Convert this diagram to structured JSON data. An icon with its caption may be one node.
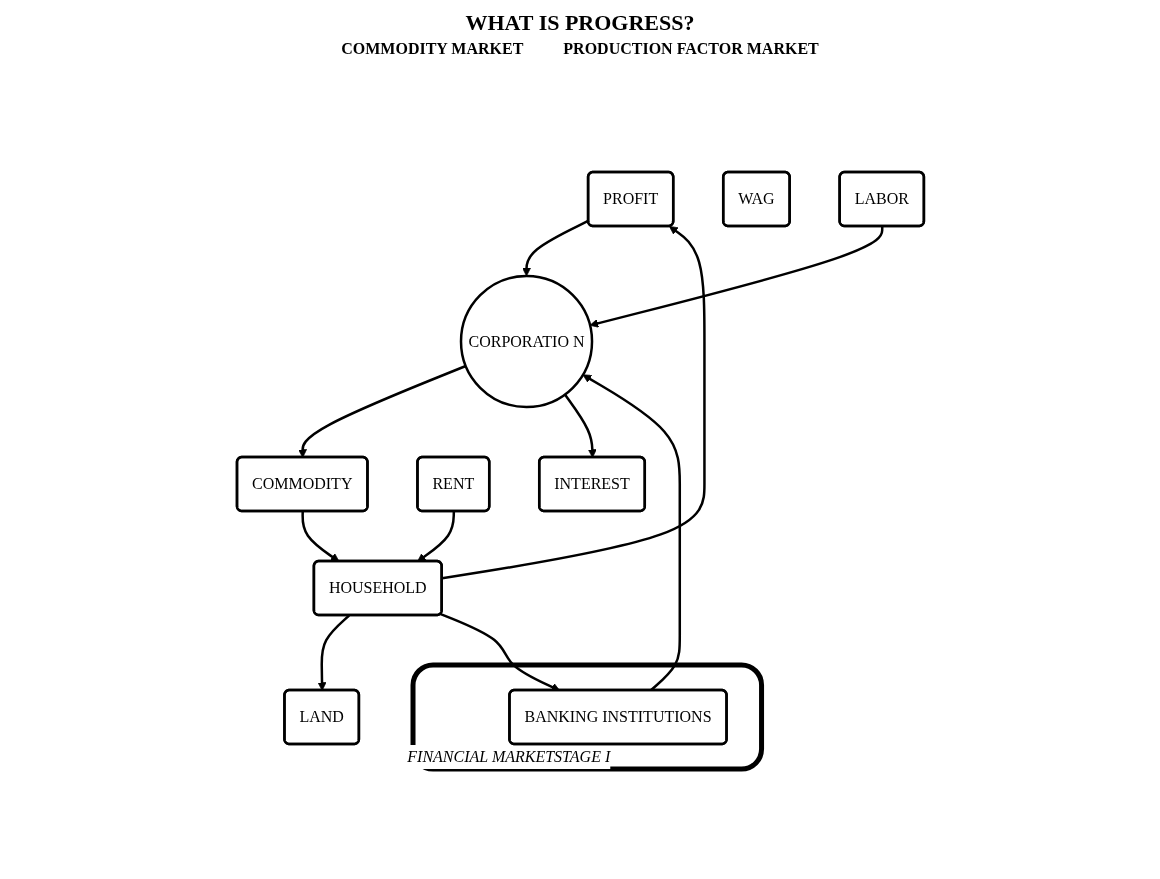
{
  "diagram": {
    "title": "WHAT IS PROGRESS?",
    "nodes": [
      {
        "text": [
          "PROFIT"
        ]
      },
      {
        "text": [
          "COMMODITY"
        ]
      },
      {
        "text": [
          "HOUSEHOLD"
        ]
      },
      {
        "text": [
          "CORPORATIO N"
        ]
      },
      {
        "text": [
          "RENT"
        ]
      },
      {
        "text": [
          "WAG"
        ]
      },
      {
        "text": [
          "INTEREST"
        ]
      },
      {
        "text": [
          "LAND"
        ]
      },
      {
        "text": [
          "LABOR"
        ]
      },
      {
        "text": [
          "FINANCIAL MARKETSTAGE I"
        ]
      },
      {
        "text": [
          "BANKING INSTITUTIONS"
        ],
        "in": 9
      }
    ],
    "edges": [
      {
        "from": 2,
        "to": 0,
        "arrow": "to"
      },
      {
        "from": 0,
        "to": 3,
        "arrow": "to"
      },
      {
        "from": 3,
        "to": 1,
        "arrow": "to"
      },
      {
        "from": 1,
        "to": 2,
        "arrow": "to"
      },
      {
        "from": 3,
        "to": 6,
        "arrow": "to"
      },
      {
        "from": 4,
        "to": 2,
        "arrow": "to"
      },
      {
        "from": 2,
        "to": 7,
        "arrow": "to"
      },
      {
        "from": 8,
        "to": 3,
        "arrow": "to"
      },
      {
        "from": 2,
        "to": 10,
        "arrow": "to"
      },
      {
        "from": 10,
        "to": 3,
        "arrow": "to"
      }
    ],
    "labels": [
      "COMMODITY MARKET",
      "PRODUCTION FACTOR MARKET"
    ]
  }
}
